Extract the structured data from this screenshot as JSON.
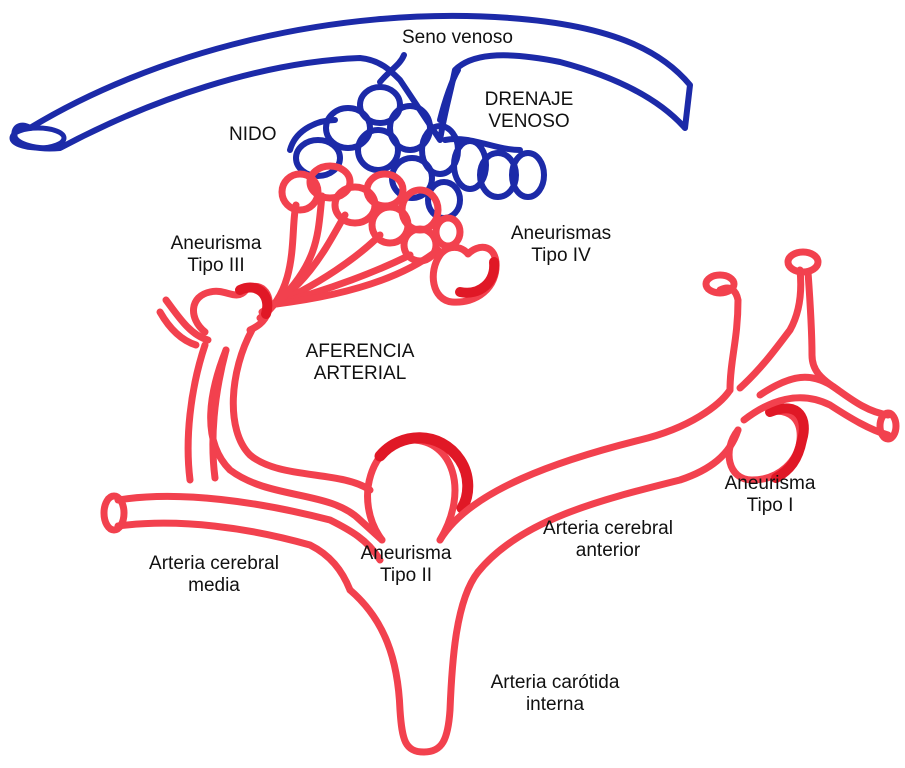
{
  "colors": {
    "arterial": "#f2414e",
    "arterial_dark": "#e01826",
    "venous": "#1c2aa8",
    "ink": "#111111",
    "background": "#ffffff"
  },
  "labels": {
    "seno_venoso": "Seno venoso",
    "drenaje_venoso": [
      "DRENAJE",
      "VENOSO"
    ],
    "nido": "NIDO",
    "aneurisma_tipo_iii": [
      "Aneurisma",
      "Tipo III"
    ],
    "aneurismas_tipo_iv": [
      "Aneurismas",
      "Tipo IV"
    ],
    "aferencia_arterial": [
      "AFERENCIA",
      "ARTERIAL"
    ],
    "aneurisma_tipo_i": [
      "Aneurisma",
      "Tipo I"
    ],
    "arteria_cerebral_anterior": [
      "Arteria cerebral",
      "anterior"
    ],
    "arteria_cerebral_media": [
      "Arteria cerebral",
      "media"
    ],
    "aneurisma_tipo_ii": [
      "Aneurisma",
      "Tipo II"
    ],
    "arteria_carotida_interna": [
      "Arteria carótida",
      "interna"
    ]
  }
}
